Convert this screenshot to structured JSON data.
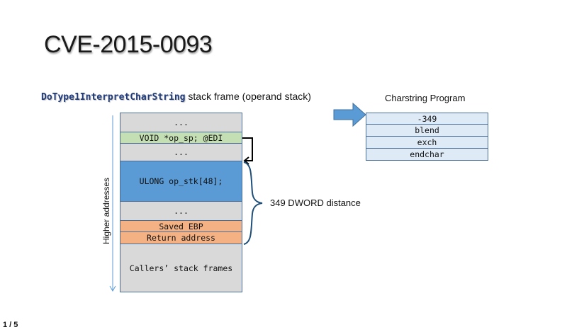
{
  "slide": {
    "title": "CVE-2015-0093",
    "page_indicator": "1 / 5"
  },
  "stack_frame": {
    "function_name": "DoType1InterpretCharString",
    "caption_suffix": "stack frame (operand stack)",
    "direction_label": "Higher addresses",
    "rows": [
      {
        "label": "...",
        "color": "#d9d9d9"
      },
      {
        "label": "VOID *op_sp; @EDI",
        "color": "#c5dfb4"
      },
      {
        "label": "...",
        "color": "#d9d9d9"
      },
      {
        "label": "ULONG op_stk[48];",
        "color": "#5b9bd5"
      },
      {
        "label": "...",
        "color": "#d9d9d9"
      },
      {
        "label": "Saved EBP",
        "color": "#f4b183"
      },
      {
        "label": "Return address",
        "color": "#f4b183"
      },
      {
        "label": "Callers’ stack frames",
        "color": "#d9d9d9"
      }
    ],
    "distance_label": "349 DWORD distance"
  },
  "charstring": {
    "title": "Charstring Program",
    "instructions": [
      "-349",
      "blend",
      "exch",
      "endchar"
    ]
  }
}
